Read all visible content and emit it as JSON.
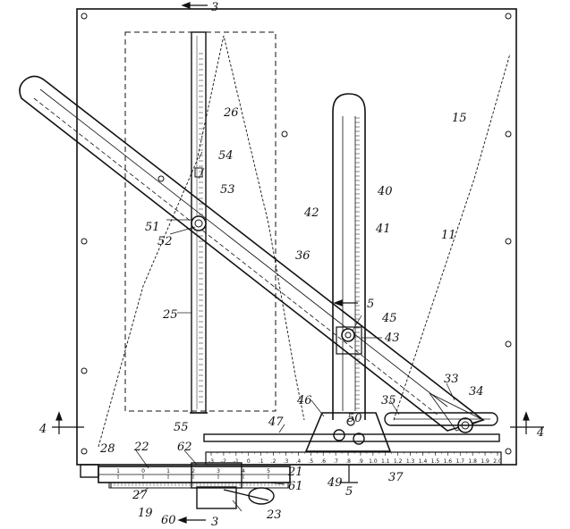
{
  "labels": {
    "l3_top": "3",
    "l3_bottom": "3",
    "l4_left": "4",
    "l4_right": "4",
    "l5_upper": "5",
    "l5_lower": "5",
    "l15": "15",
    "l11": "11",
    "l26": "26",
    "l54": "54",
    "l53": "53",
    "l51": "51",
    "l52": "52",
    "l25": "25",
    "l36": "36",
    "l40": "40",
    "l41": "41",
    "l42": "42",
    "l45": "45",
    "l43": "43",
    "l33": "33",
    "l34": "34",
    "l35": "35",
    "l46": "46",
    "l47": "47",
    "l50": "50",
    "l55": "55",
    "l28": "28",
    "l22": "22",
    "l62": "62",
    "l21": "21",
    "l27": "27",
    "l19": "19",
    "l60": "60",
    "l61": "61",
    "l23": "23",
    "l49": "49",
    "l37": "37"
  },
  "bottom_scale": [
    "-3",
    "-2",
    "-1",
    "0",
    ".1",
    ".2",
    ".3",
    ".4",
    ".5",
    ".6",
    ".7",
    ".8",
    ".9",
    "1.0",
    "1.1",
    "1.2",
    "1.3",
    "1.4",
    "1.5",
    "1.6",
    "1.7",
    "1.8",
    "1.9",
    "2.0"
  ],
  "caliper_scale": [
    "1",
    "0",
    "1",
    "2",
    "3",
    "4",
    "5"
  ]
}
